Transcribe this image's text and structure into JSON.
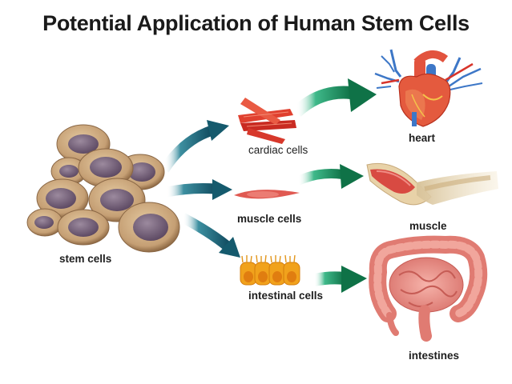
{
  "title": "Potential Application of Human Stem Cells",
  "labels": {
    "stem_cells": "stem cells",
    "cardiac_cells": "cardiac cells",
    "muscle_cells": "muscle cells",
    "intestinal_cells": "intestinal cells",
    "heart": "heart",
    "muscle": "muscle",
    "intestines": "intestines"
  },
  "colors": {
    "arrow_teal": "#1a6f80",
    "arrow_green": "#1f9a66",
    "cell_membrane": "#c59f74",
    "cell_nucleus": "#6e5a74",
    "cardiac_red": "#d8342a",
    "intestine_pink": "#e98b83",
    "intestinal_cell_orange": "#f1a21c"
  }
}
